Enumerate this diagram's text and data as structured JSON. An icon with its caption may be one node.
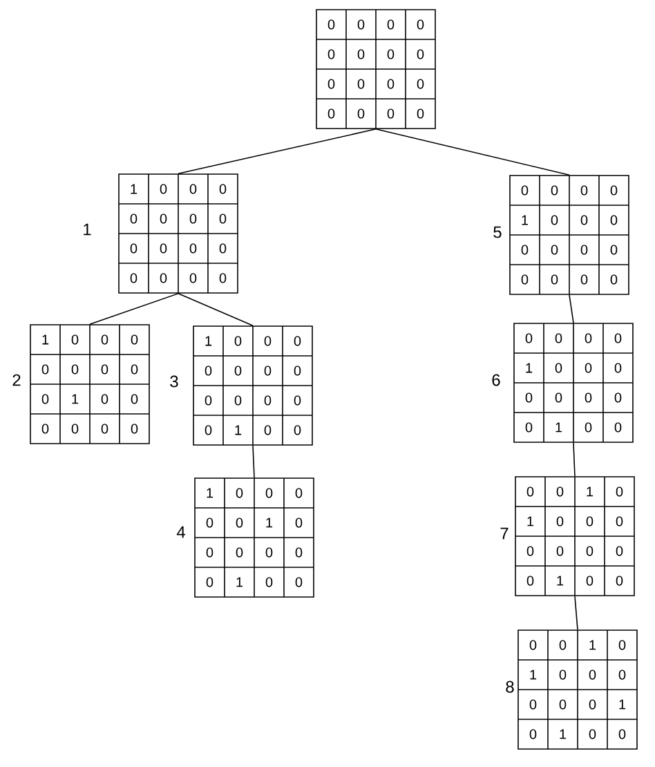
{
  "diagram": {
    "nodes": [
      {
        "text": [
          "0",
          "0",
          "0",
          "0",
          "0",
          "0",
          "0",
          "0",
          "0",
          "0",
          "0",
          "0",
          "0",
          "0",
          "0",
          "0"
        ]
      },
      {
        "text": [
          "1",
          "0",
          "0",
          "0",
          "0",
          "0",
          "0",
          "0",
          "0",
          "0",
          "0",
          "0",
          "0",
          "0",
          "0",
          "0"
        ],
        "beside": [
          "1"
        ]
      },
      {
        "text": [
          "1",
          "0",
          "0",
          "0",
          "0",
          "0",
          "0",
          "0",
          "0",
          "1",
          "0",
          "0",
          "0",
          "0",
          "0",
          "0"
        ],
        "beside": [
          "2"
        ]
      },
      {
        "text": [
          "1",
          "0",
          "0",
          "0",
          "0",
          "0",
          "0",
          "0",
          "0",
          "0",
          "0",
          "0",
          "0",
          "1",
          "0",
          "0"
        ],
        "beside": [
          "3"
        ]
      },
      {
        "text": [
          "1",
          "0",
          "0",
          "0",
          "0",
          "0",
          "1",
          "0",
          "0",
          "0",
          "0",
          "0",
          "0",
          "1",
          "0",
          "0"
        ],
        "beside": [
          "4"
        ]
      },
      {
        "text": [
          "0",
          "0",
          "0",
          "0",
          "1",
          "0",
          "0",
          "0",
          "0",
          "0",
          "0",
          "0",
          "0",
          "0",
          "0",
          "0"
        ],
        "beside": [
          "5"
        ]
      },
      {
        "text": [
          "0",
          "0",
          "0",
          "0",
          "1",
          "0",
          "0",
          "0",
          "0",
          "0",
          "0",
          "0",
          "0",
          "1",
          "0",
          "0"
        ],
        "beside": [
          "6"
        ]
      },
      {
        "text": [
          "0",
          "0",
          "1",
          "0",
          "1",
          "0",
          "0",
          "0",
          "0",
          "0",
          "0",
          "0",
          "0",
          "1",
          "0",
          "0"
        ],
        "beside": [
          "7"
        ]
      },
      {
        "text": [
          "0",
          "0",
          "1",
          "0",
          "1",
          "0",
          "0",
          "0",
          "0",
          "0",
          "0",
          "1",
          "0",
          "1",
          "0",
          "0"
        ],
        "beside": [
          "8"
        ]
      }
    ],
    "edges": [
      {
        "from": 0,
        "to": 1,
        "arrow": "none"
      },
      {
        "from": 0,
        "to": 5,
        "arrow": "none"
      },
      {
        "from": 1,
        "to": 2,
        "arrow": "none"
      },
      {
        "from": 1,
        "to": 3,
        "arrow": "none"
      },
      {
        "from": 3,
        "to": 4,
        "arrow": "none"
      },
      {
        "from": 5,
        "to": 6,
        "arrow": "none"
      },
      {
        "from": 6,
        "to": 7,
        "arrow": "none"
      },
      {
        "from": 7,
        "to": 8,
        "arrow": "none"
      }
    ]
  }
}
